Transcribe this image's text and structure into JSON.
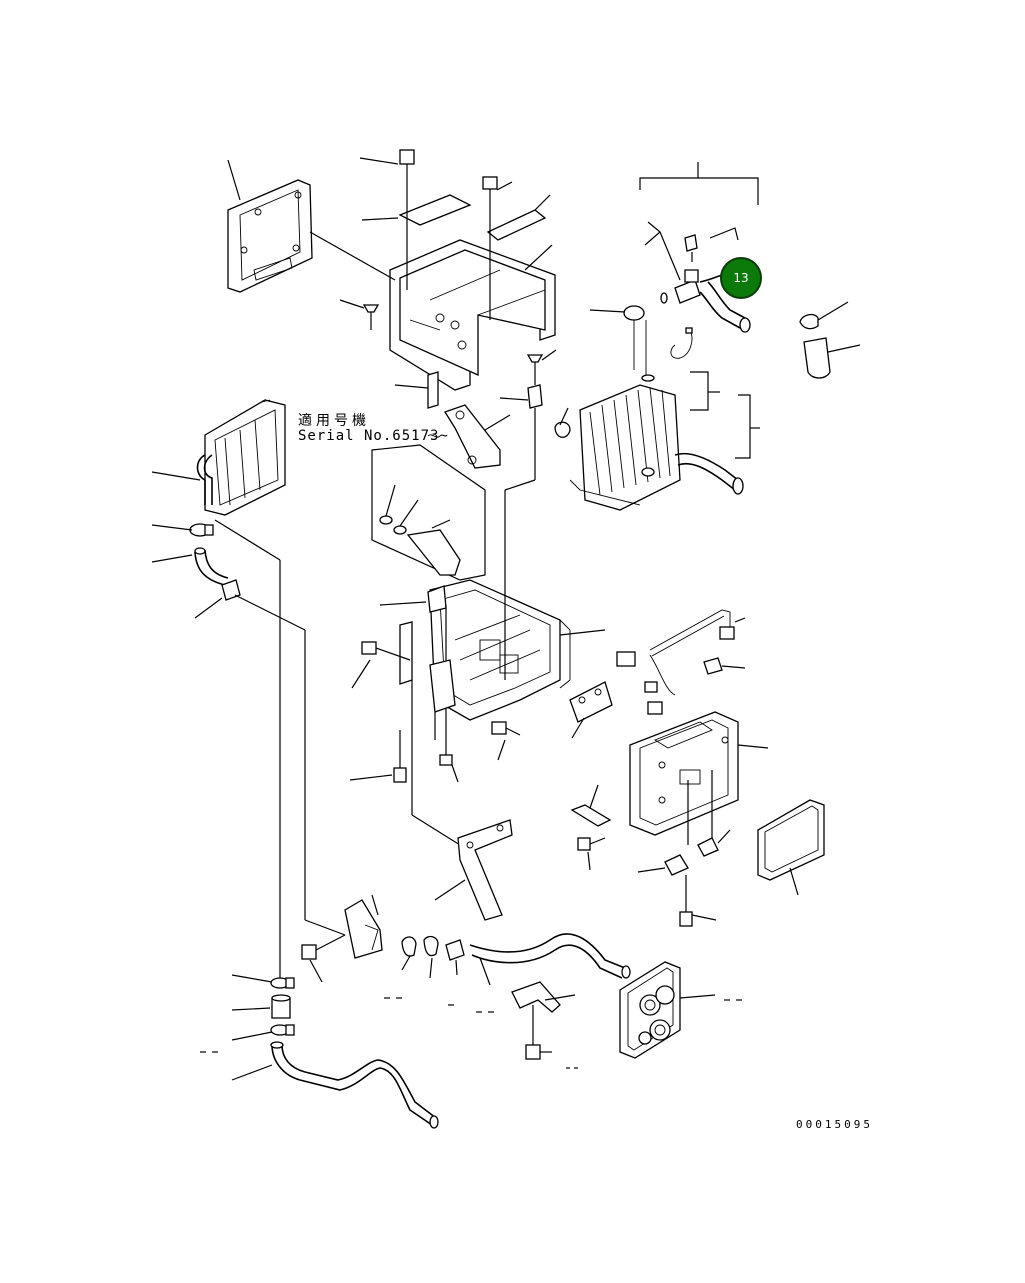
{
  "diagram": {
    "applicability_label_jp": "適用号機",
    "applicability_label_serial": "Serial No.65173~",
    "drawing_number": "00015095",
    "highlighted_callout": {
      "number": "13",
      "color": "#0b7a0b"
    }
  }
}
